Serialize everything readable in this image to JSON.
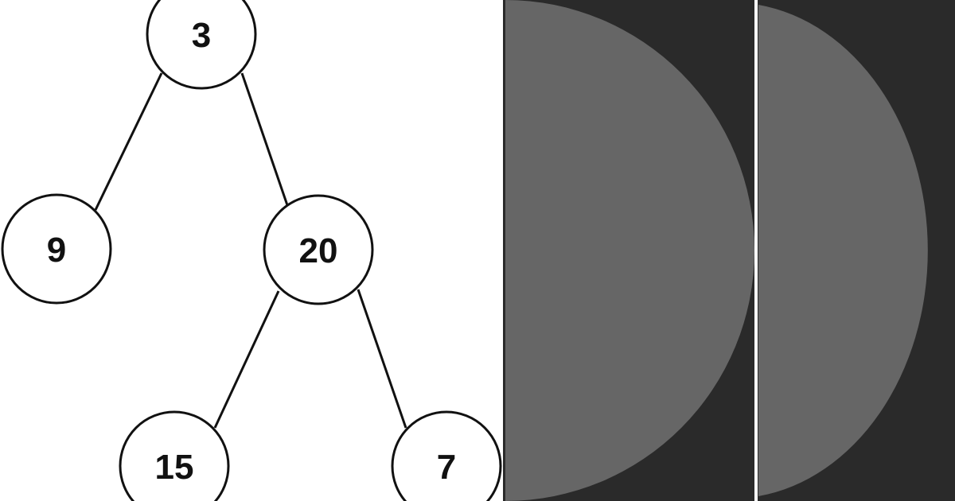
{
  "tree": {
    "nodes": [
      {
        "id": "root",
        "value": "3"
      },
      {
        "id": "left",
        "value": "9"
      },
      {
        "id": "right",
        "value": "20"
      },
      {
        "id": "right-left",
        "value": "15"
      },
      {
        "id": "right-right",
        "value": "7"
      }
    ],
    "edges": [
      {
        "from": "root",
        "to": "left"
      },
      {
        "from": "root",
        "to": "right"
      },
      {
        "from": "right",
        "to": "right-left"
      },
      {
        "from": "right",
        "to": "right-right"
      }
    ]
  },
  "colors": {
    "node_stroke": "#111111",
    "edge": "#111111",
    "panel_background": "#2a2a2a",
    "half_circle": "#666666",
    "divider": "#ffffff"
  }
}
